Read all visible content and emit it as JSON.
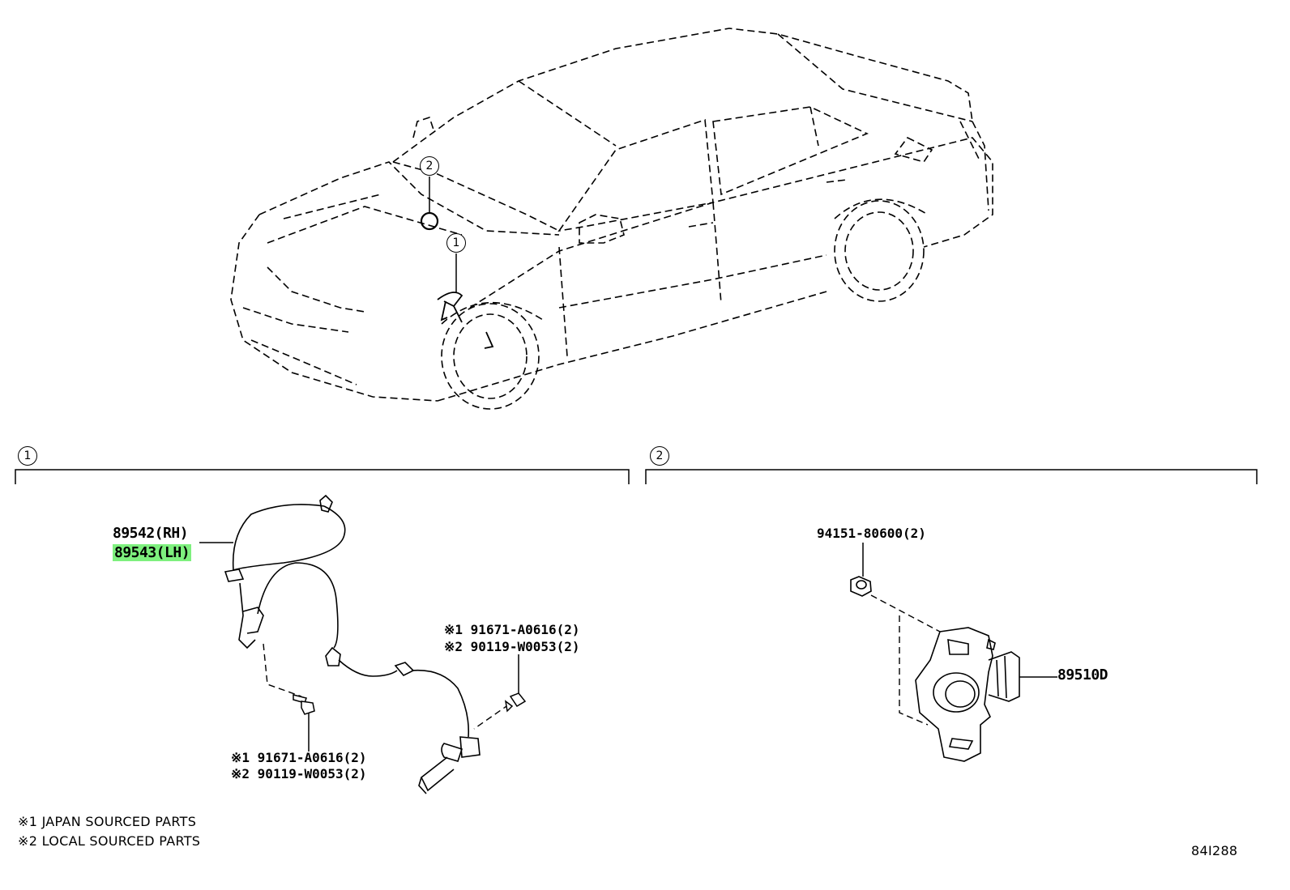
{
  "callouts": {
    "one": "1",
    "two": "2"
  },
  "section1": {
    "number": "1",
    "sensor_rh": "89542(RH)",
    "sensor_lh": "89543(LH)",
    "upper_bolt_note1": "※1 91671-A0616(2)",
    "upper_bolt_note2": "※2 90119-W0053(2)",
    "lower_bolt_note1": "※1 91671-A0616(2)",
    "lower_bolt_note2": "※2 90119-W0053(2)"
  },
  "section2": {
    "number": "2",
    "nut": "94151-80600(2)",
    "sensor": "89510D"
  },
  "legend": {
    "line1": "※1 JAPAN SOURCED PARTS",
    "line2": "※2 LOCAL SOURCED PARTS"
  },
  "diagram_id": "84I288",
  "colors": {
    "highlight": "#7ef07e",
    "line": "#000000"
  }
}
